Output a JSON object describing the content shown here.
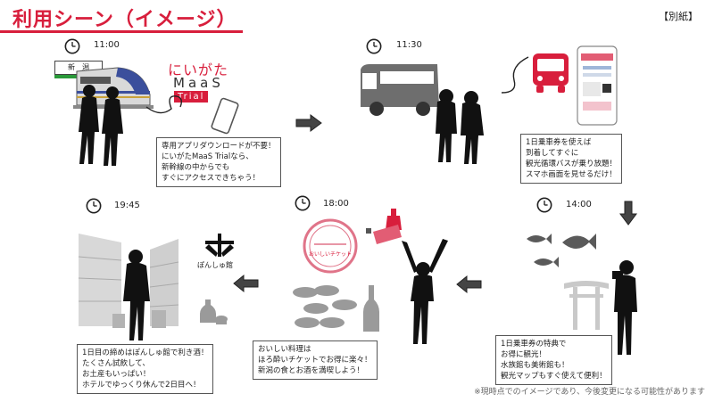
{
  "header": {
    "title": "利用シーン（イメージ）",
    "doc_tag": "【別紙】"
  },
  "brand": {
    "logo_line1": "にいがた",
    "logo_line2": "MaaS",
    "logo_line3": "Trial",
    "station_sign": "新　潟",
    "ponshukan": "ぽんしゅ館",
    "stamp_label": "おいしいチケット"
  },
  "colors": {
    "accent": "#d81e3c",
    "ink": "#222222",
    "gray": "#6e6e6e"
  },
  "scenes": [
    {
      "time": "11:00",
      "caption": "専用アプリダウンロードが不要！\nにいがたMaaS Trialなら、\n新幹線の中からでも\nすぐにアクセスできちゃう！"
    },
    {
      "time": "11:30",
      "caption": "1日乗車券を使えば\n到着してすぐに\n観光循環バスが乗り放題！\nスマホ画面を見せるだけ！"
    },
    {
      "time": "14:00",
      "caption": "1日乗車券の特典で\nお得に観光！\n水族館も美術館も！\n観光マップもすぐ使えて便利！"
    },
    {
      "time": "18:00",
      "caption": "おいしい料理は\nほろ酔いチケットでお得に楽々！\n新潟の食とお酒を満喫しよう！"
    },
    {
      "time": "19:45",
      "caption": "1日目の締めはぽんしゅ館で利き酒！\nたくさん試飲して、\nお土産もいっぱい！\nホテルでゆっくり休んで2日目へ！"
    }
  ],
  "footnote": "※現時点でのイメージであり、今後変更になる可能性があります"
}
